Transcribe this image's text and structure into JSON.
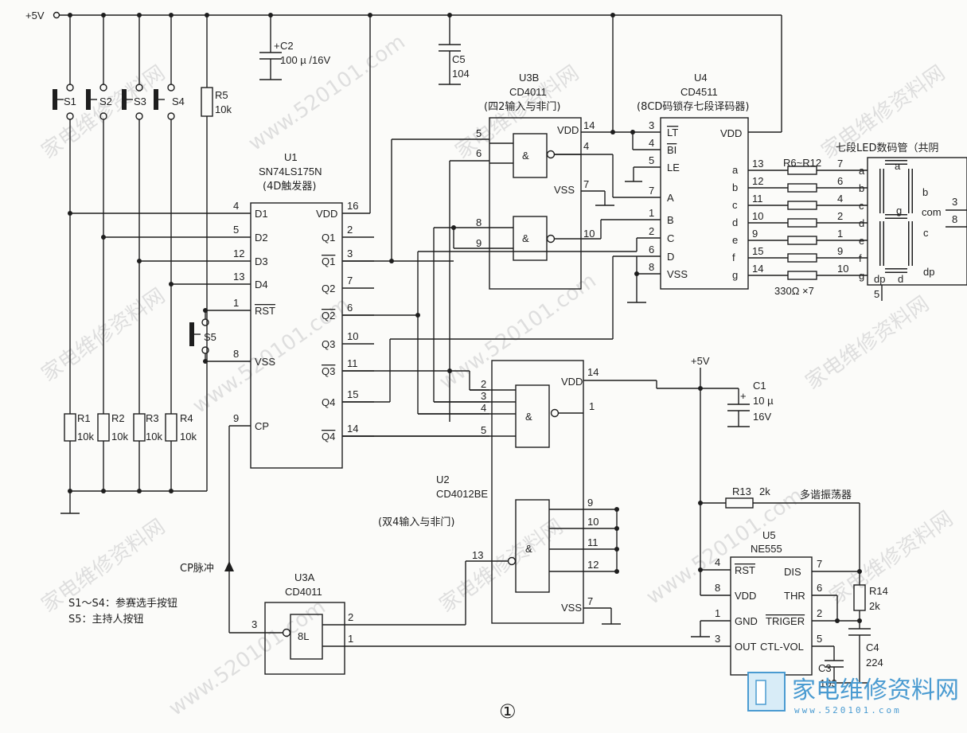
{
  "power": {
    "vcc_label": "+5V",
    "vcc2_label": "+5V"
  },
  "caps": {
    "c2": {
      "name": "C2",
      "value": "100 µ /16V"
    },
    "c5": {
      "name": "C5",
      "value": "104"
    },
    "c1": {
      "name": "C1",
      "value1": "10 µ",
      "value2": "16V"
    },
    "c3": {
      "name": "C3",
      "value": "103"
    },
    "c4": {
      "name": "C4",
      "value": "224"
    }
  },
  "switches": {
    "s1": "S1",
    "s2": "S2",
    "s3": "S3",
    "s4": "S4",
    "s5": "S5"
  },
  "resistors": {
    "r5": {
      "name": "R5",
      "value": "10k"
    },
    "r1": {
      "name": "R1",
      "value": "10k"
    },
    "r2": {
      "name": "R2",
      "value": "10k"
    },
    "r3": {
      "name": "R3",
      "value": "10k"
    },
    "r4": {
      "name": "R4",
      "value": "10k"
    },
    "r6r12": {
      "name": "R6~R12",
      "value": "330Ω ×7"
    },
    "r13": {
      "name": "R13",
      "value": "2k"
    },
    "r14": {
      "name": "R14",
      "value": "2k"
    }
  },
  "u1": {
    "ref": "U1",
    "part": "SN74LS175N",
    "desc": "(4D触发器)",
    "left_pins": [
      {
        "num": "4",
        "name": "D1"
      },
      {
        "num": "5",
        "name": "D2"
      },
      {
        "num": "12",
        "name": "D3"
      },
      {
        "num": "13",
        "name": "D4"
      },
      {
        "num": "1",
        "name": "RST"
      },
      {
        "num": "8",
        "name": "VSS"
      },
      {
        "num": "9",
        "name": "CP"
      }
    ],
    "right_pins": [
      {
        "num": "16",
        "name": "VDD"
      },
      {
        "num": "2",
        "name": "Q1"
      },
      {
        "num": "3",
        "name": "Q1"
      },
      {
        "num": "7",
        "name": "Q2"
      },
      {
        "num": "6",
        "name": "Q2"
      },
      {
        "num": "10",
        "name": "Q3"
      },
      {
        "num": "11",
        "name": "Q3"
      },
      {
        "num": "15",
        "name": "Q4"
      },
      {
        "num": "14",
        "name": "Q4"
      }
    ]
  },
  "u3b": {
    "ref": "U3B",
    "part": "CD4011",
    "desc": "(四2输入与非门)",
    "pins": {
      "p5": "5",
      "p6": "6",
      "p8": "8",
      "p9": "9",
      "p4": "4",
      "p10": "10",
      "p14": "14",
      "p7": "7"
    },
    "vdd": "VDD",
    "vss": "VSS",
    "gate": "&"
  },
  "u4": {
    "ref": "U4",
    "part": "CD4511",
    "desc": "(8CD码锁存七段译码器)",
    "left_pins": [
      {
        "num": "3",
        "name": "LT"
      },
      {
        "num": "4",
        "name": "BI"
      },
      {
        "num": "5",
        "name": "LE"
      },
      {
        "num": "7",
        "name": "A"
      },
      {
        "num": "1",
        "name": "B"
      },
      {
        "num": "2",
        "name": "C"
      },
      {
        "num": "6",
        "name": "D"
      },
      {
        "num": "8",
        "name": "VSS"
      }
    ],
    "vdd": "VDD",
    "outputs": [
      {
        "name": "a",
        "num": "13",
        "disp": "7"
      },
      {
        "name": "b",
        "num": "12",
        "disp": "6"
      },
      {
        "name": "c",
        "num": "11",
        "disp": "4"
      },
      {
        "name": "d",
        "num": "10",
        "disp": "2"
      },
      {
        "name": "e",
        "num": "9",
        "disp": "1"
      },
      {
        "name": "f",
        "num": "15",
        "disp": "9"
      },
      {
        "name": "g",
        "num": "14",
        "disp": "10"
      }
    ]
  },
  "display": {
    "title": "七段LED数码管（共阴",
    "seg_a": "a",
    "seg_b": "b",
    "seg_c": "c",
    "seg_d": "d",
    "seg_g": "g",
    "seg_dp": "dp",
    "seg_com": "com",
    "dp_right": "dp",
    "pin3": "3",
    "pin8": "8",
    "pin5": "5",
    "in_labels": [
      "a",
      "b",
      "c",
      "d",
      "e",
      "f",
      "g"
    ]
  },
  "u2": {
    "ref": "U2",
    "part": "CD4012BE",
    "desc": "(双4输入与非门)",
    "pins_a": [
      "2",
      "3",
      "4",
      "5"
    ],
    "out_a": "1",
    "pins_b": [
      "9",
      "10",
      "11",
      "12"
    ],
    "out_b": "13",
    "vdd": "VDD",
    "vdd_pin": "14",
    "vss": "VSS",
    "vss_pin": "7",
    "gate": "&"
  },
  "u3a": {
    "ref": "U3A",
    "part": "CD4011",
    "gate": "8L",
    "pin3": "3",
    "pin2": "2",
    "pin1": "1"
  },
  "cp_pulse": "CP脉冲",
  "u5": {
    "ref": "U5",
    "part": "NE555",
    "caption": "多谐振荡器",
    "left_pins": [
      {
        "num": "4",
        "name": "RST"
      },
      {
        "num": "8",
        "name": "VDD"
      },
      {
        "num": "1",
        "name": "GND"
      },
      {
        "num": "3",
        "name": "OUT"
      }
    ],
    "right_pins": [
      {
        "num": "7",
        "name": "DIS"
      },
      {
        "num": "6",
        "name": "THR"
      },
      {
        "num": "2",
        "name": "TRIGER"
      },
      {
        "num": "5",
        "name": "CTL-VOL"
      }
    ]
  },
  "notes": {
    "line1": "S1～S4：参赛选手按钮",
    "line2": "S5：主持人按钮"
  },
  "figure_number": "①",
  "watermark": {
    "brand": "家电维修资料网",
    "url": "www.520101.com",
    "brand_cn": "家电维修资料网",
    "brand_url": "www.520101.com"
  }
}
